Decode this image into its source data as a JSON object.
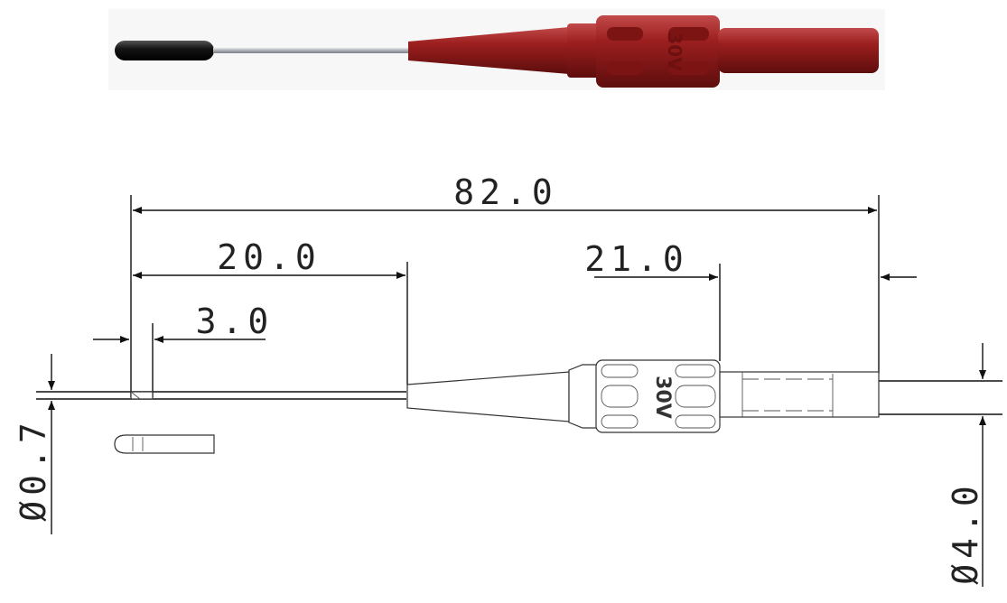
{
  "colors": {
    "housing": "#9c1f1f",
    "housing_shadow": "#6e1010",
    "tip_cap": "#151515",
    "pin": "#b8bcc2",
    "drawing_line": "#222222"
  },
  "photo": {
    "housing_marking": "30V"
  },
  "drawing": {
    "housing_marking": "30V",
    "dimensions": {
      "overall_length": "82.0",
      "pin_length": "20.0",
      "tip_length": "3.0",
      "socket_length": "21.0",
      "pin_diameter": "Ø0.7",
      "socket_diameter": "Ø4.0"
    }
  }
}
